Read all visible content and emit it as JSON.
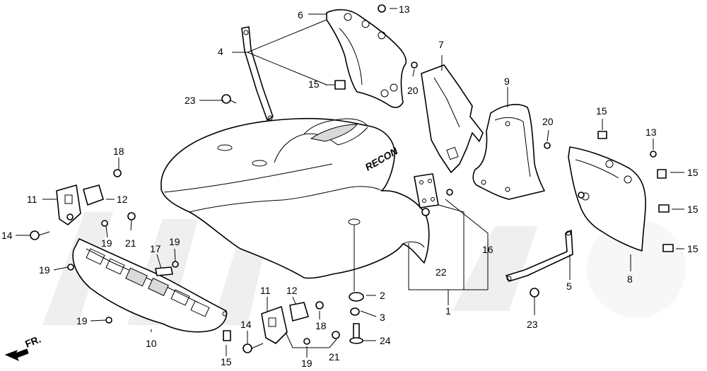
{
  "diagram": {
    "fr_label": "FR.",
    "brand_text": "RECON",
    "callouts": [
      {
        "id": "c1",
        "text": "1"
      },
      {
        "id": "c2",
        "text": "2"
      },
      {
        "id": "c3",
        "text": "3"
      },
      {
        "id": "c4",
        "text": "4"
      },
      {
        "id": "c5",
        "text": "5"
      },
      {
        "id": "c6",
        "text": "6"
      },
      {
        "id": "c7",
        "text": "7"
      },
      {
        "id": "c8",
        "text": "8"
      },
      {
        "id": "c9",
        "text": "9"
      },
      {
        "id": "c10",
        "text": "10"
      },
      {
        "id": "c11a",
        "text": "11"
      },
      {
        "id": "c11b",
        "text": "11"
      },
      {
        "id": "c12a",
        "text": "12"
      },
      {
        "id": "c12b",
        "text": "12"
      },
      {
        "id": "c13a",
        "text": "13"
      },
      {
        "id": "c13b",
        "text": "13"
      },
      {
        "id": "c14a",
        "text": "14"
      },
      {
        "id": "c14b",
        "text": "14"
      },
      {
        "id": "c15a",
        "text": "15"
      },
      {
        "id": "c15b",
        "text": "15"
      },
      {
        "id": "c15c",
        "text": "15"
      },
      {
        "id": "c15d",
        "text": "15"
      },
      {
        "id": "c15e",
        "text": "15"
      },
      {
        "id": "c15f",
        "text": "15"
      },
      {
        "id": "c16",
        "text": "16"
      },
      {
        "id": "c17",
        "text": "17"
      },
      {
        "id": "c18a",
        "text": "18"
      },
      {
        "id": "c18b",
        "text": "18"
      },
      {
        "id": "c19a",
        "text": "19"
      },
      {
        "id": "c19b",
        "text": "19"
      },
      {
        "id": "c19c",
        "text": "19"
      },
      {
        "id": "c19d",
        "text": "19"
      },
      {
        "id": "c19e",
        "text": "19"
      },
      {
        "id": "c20a",
        "text": "20"
      },
      {
        "id": "c20b",
        "text": "20"
      },
      {
        "id": "c21a",
        "text": "21"
      },
      {
        "id": "c21b",
        "text": "21"
      },
      {
        "id": "c22",
        "text": "22"
      },
      {
        "id": "c23a",
        "text": "23"
      },
      {
        "id": "c23b",
        "text": "23"
      },
      {
        "id": "c24",
        "text": "24"
      }
    ]
  }
}
